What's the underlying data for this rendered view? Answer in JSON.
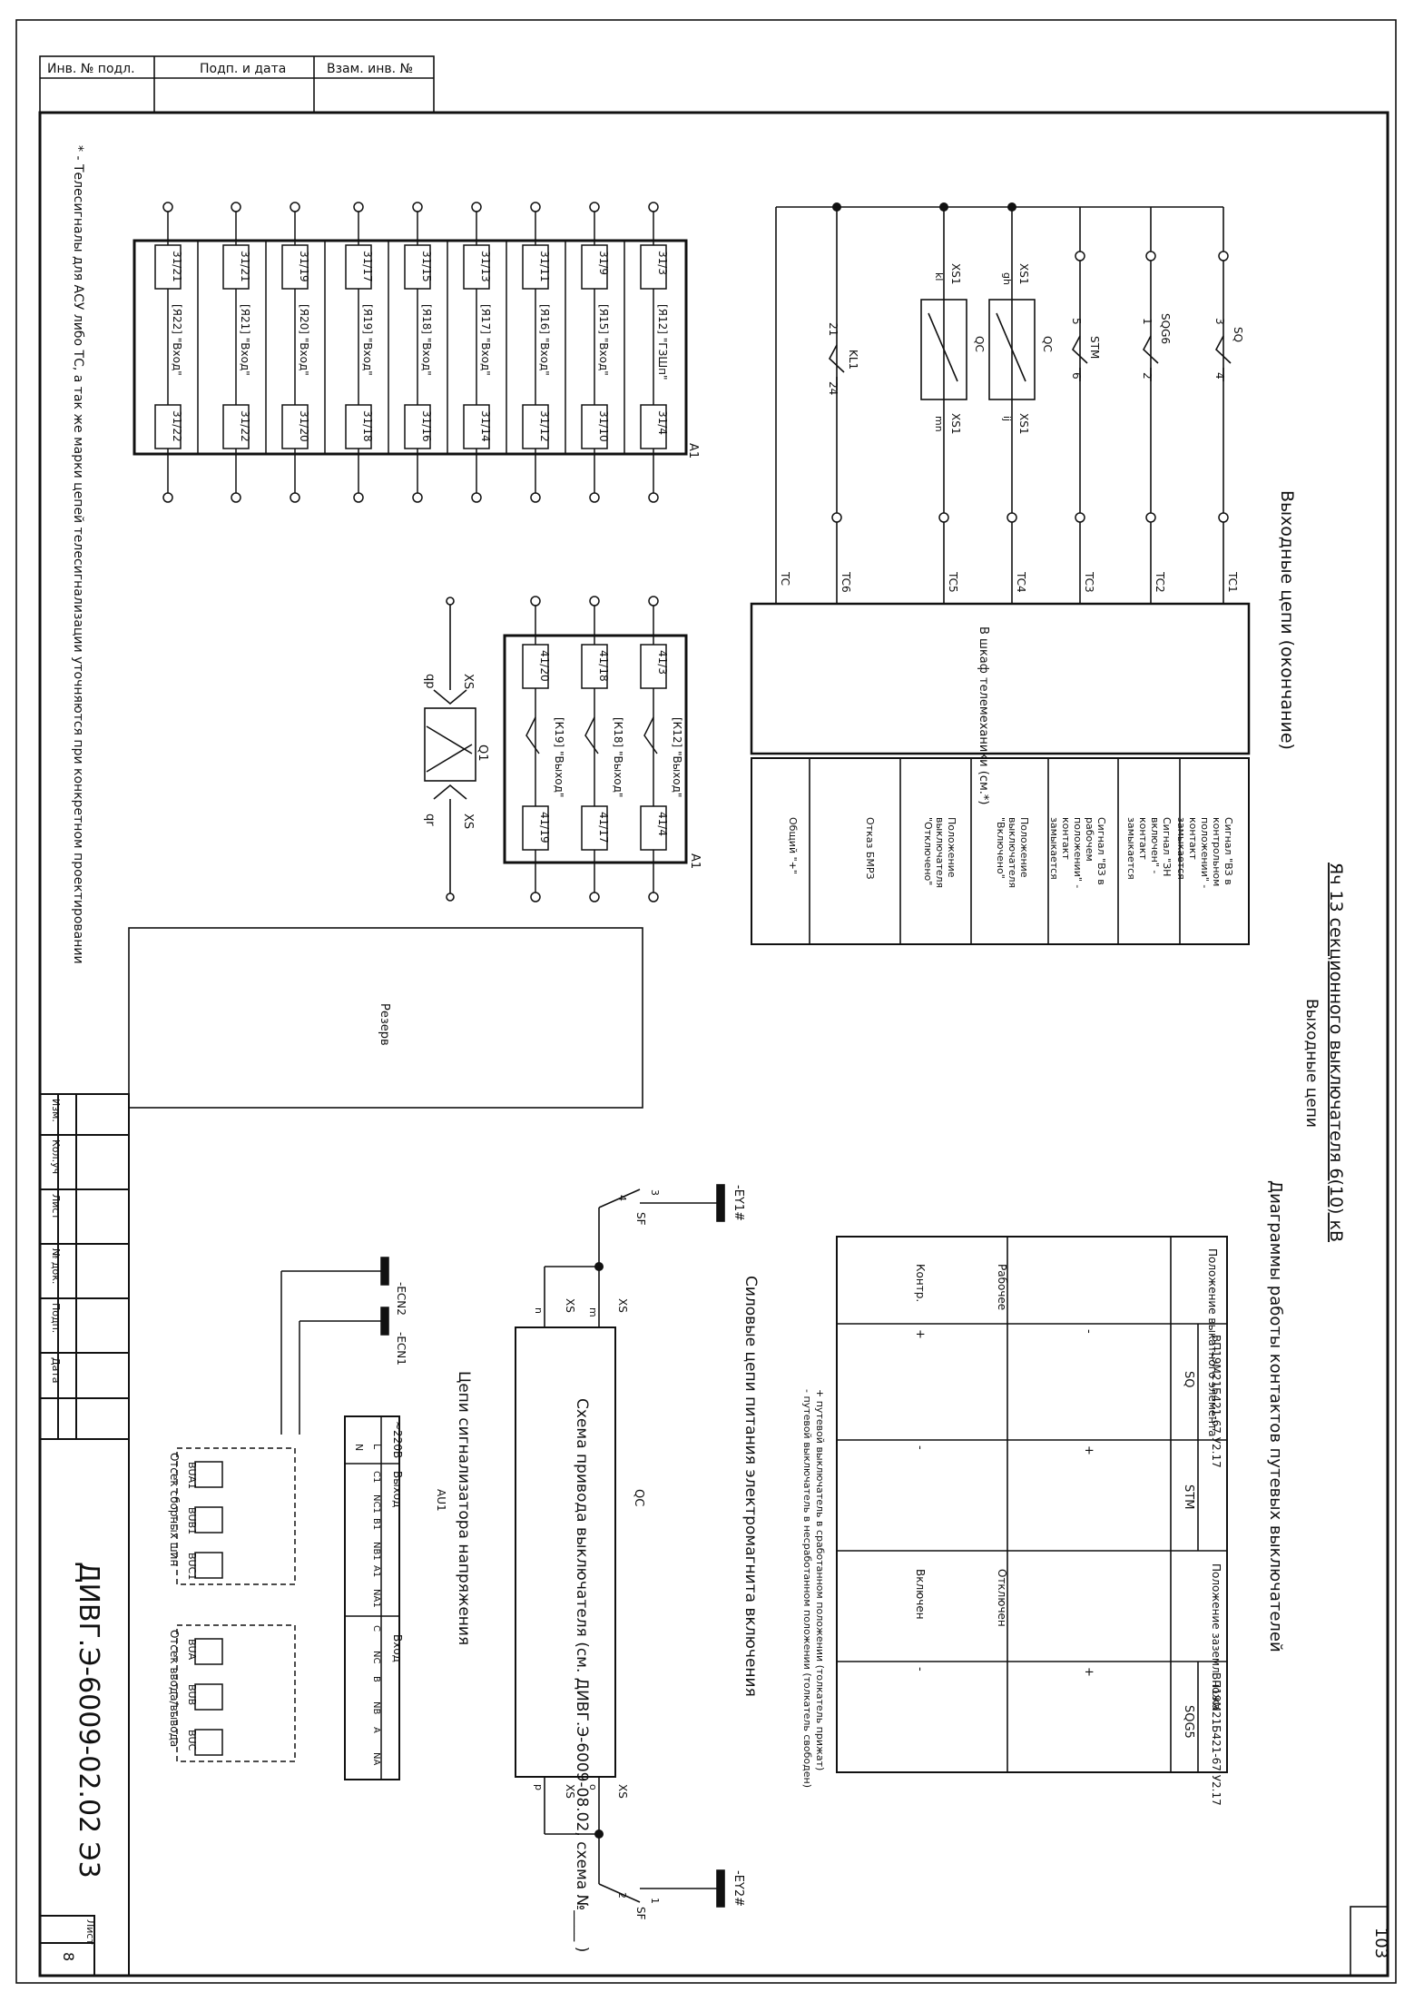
{
  "top_stamp": {
    "headers": [
      "Инв. № подл.",
      "Подп. и дата",
      "Взам. инв. №"
    ]
  },
  "sheet": {
    "number": "103",
    "footnote": "* - Телесигналы для АСУ либо ТС, а так же марки цепей телесигнализации уточняются при конкретном проектировании",
    "section_title": "Выходные цепи (окончание)",
    "main_title": "Яч 13 секционного выключателя 6(10) кВ",
    "main_subtitle": "Выходные цепи",
    "reserve_label": "Резерв"
  },
  "terminal_block_a1": {
    "label": "A1",
    "rows": [
      {
        "left": "31/3",
        "name": "[Я12] \"ГЗШп\"",
        "right": "31/4"
      },
      {
        "left": "31/9",
        "name": "[Я15] \"Вход\"",
        "right": "31/10"
      },
      {
        "left": "31/11",
        "name": "[Я16] \"Вход\"",
        "right": "31/12"
      },
      {
        "left": "31/13",
        "name": "[Я17] \"Вход\"",
        "right": "31/14"
      },
      {
        "left": "31/15",
        "name": "[Я18] \"Вход\"",
        "right": "31/16"
      },
      {
        "left": "31/17",
        "name": "[Я19] \"Вход\"",
        "right": "31/18"
      },
      {
        "left": "31/19",
        "name": "[Я20] \"Вход\"",
        "right": "31/20"
      },
      {
        "left": "31/21",
        "name": "[Я21] \"Вход\"",
        "right": "31/22"
      },
      {
        "left": "31/21",
        "name": "[Я22] \"Вход\"",
        "right": "31/22"
      }
    ]
  },
  "terminal_block_a1_out": {
    "label": "A1",
    "rows": [
      {
        "left": "41/3",
        "name": "[К12] \"Выход\"",
        "right": "41/4"
      },
      {
        "left": "41/18",
        "name": "[К18] \"Выход\"",
        "right": "41/17"
      },
      {
        "left": "41/20",
        "name": "[К19] \"Выход\"",
        "right": "41/19"
      }
    ],
    "q1": {
      "label": "Q1",
      "xs_top": "XS",
      "xs_bottom": "XS",
      "pin_top": "qp",
      "pin_bottom": "qr"
    }
  },
  "telemechanics": {
    "box_label": "В шкаф телемеханики (см.*)",
    "channels": [
      "TC1",
      "TC2",
      "TC3",
      "TC4",
      "TC5",
      "TC6",
      "TC"
    ],
    "contacts": {
      "sq": {
        "label": "SQ",
        "pin_a": "3",
        "pin_b": "4"
      },
      "sqg6": {
        "label": "SQG6",
        "pin_a": "1",
        "pin_b": "2"
      },
      "stm": {
        "label": "STM",
        "pin_a": "5",
        "pin_b": "6"
      },
      "qc1": {
        "label": "QC",
        "xs_a": "XS1",
        "xs_b": "XS1",
        "pin_a": "gh",
        "pin_b": "ij"
      },
      "qc2": {
        "label": "QC",
        "xs_a": "XS1",
        "xs_b": "XS1",
        "pin_a": "kl",
        "pin_b": "mn"
      },
      "kl1": {
        "label": "KL1",
        "pin_a": "21",
        "pin_b": "24"
      }
    },
    "signal_table": [
      "Сигнал \"ВЗ в контрольном положении\" - контакт замыкается",
      "Сигнал \"ЗН включен\" - контакт замыкается",
      "Сигнал \"ВЗ в рабочем положении\" - контакт замыкается",
      "Положение выключателя \"Включено\"",
      "Положение выключателя \"Отключено\"",
      "Отказ БМРЗ",
      "Общий \"+\""
    ]
  },
  "contact_diagrams": {
    "title": "Диаграммы работы контактов путевых выключателей",
    "row_header": "Положение выкатного элемента",
    "col_sq": {
      "type": "ВП19М21Б421-67 У2.17",
      "name": "SQ"
    },
    "col_stm": {
      "name": "STM"
    },
    "col_knife": "Положение заземл. ножа",
    "col_sqg5": {
      "type": "ВП19М21Б421-67 У2.17",
      "name": "SQG5"
    },
    "rows": [
      {
        "position": "Рабочее",
        "sq": "-",
        "stm": "+",
        "knife": "Отключен",
        "sqg5": "+"
      },
      {
        "position": "Контр.",
        "sq": "+",
        "stm": "-",
        "knife": "Включен",
        "sqg5": "-"
      }
    ],
    "legend_plus": "+ путевой выключатель в сработанном положении (толкатель прижат)",
    "legend_minus": "- путевой выключатель в несработанном положении (толкатель свободен)"
  },
  "power_circuits": {
    "title": "Силовые цепи питания электромагнита включения",
    "drive_label": "Схема привода выключателя (см. ДИВГ.Э-6009-08.02, схема №____ )",
    "qc": "QC",
    "ey1": "-EY1#",
    "ey2": "-EY2#",
    "sf": "SF",
    "xs": "XS",
    "pins": [
      "m",
      "n",
      "o",
      "p"
    ],
    "sf_pins": [
      "3",
      "4",
      "1",
      "2"
    ]
  },
  "voltage_alarm": {
    "title": "Цепи сигнализатора напряжения",
    "unit": "AU1",
    "ecn1": "-ECN1",
    "ecn2": "-ECN2",
    "supply": "~220В",
    "supply_pins": [
      "L",
      "N"
    ],
    "group1": {
      "header": "Выход",
      "pins": [
        "C1",
        "NC1",
        "B1",
        "NB1",
        "A1",
        "NA1"
      ],
      "sensors": [
        "BUA1",
        "BUB1",
        "BUC1"
      ],
      "compartment": "Отсек сборных шин"
    },
    "group2": {
      "header": "Вход",
      "pins": [
        "C",
        "NC",
        "B",
        "NB",
        "A",
        "NA"
      ],
      "sensors": [
        "BUA",
        "BUB",
        "BUC"
      ],
      "compartment": "Отсек ввода/вывода"
    }
  },
  "title_block": {
    "columns": [
      "Изм.",
      "Кол.уч",
      "Лист",
      "№ док.",
      "Подп.",
      "Дата"
    ],
    "designation": "ДИВГ.Э-6009-02.02 Э3",
    "sheet_label": "Лист",
    "sheet_number": "8"
  }
}
